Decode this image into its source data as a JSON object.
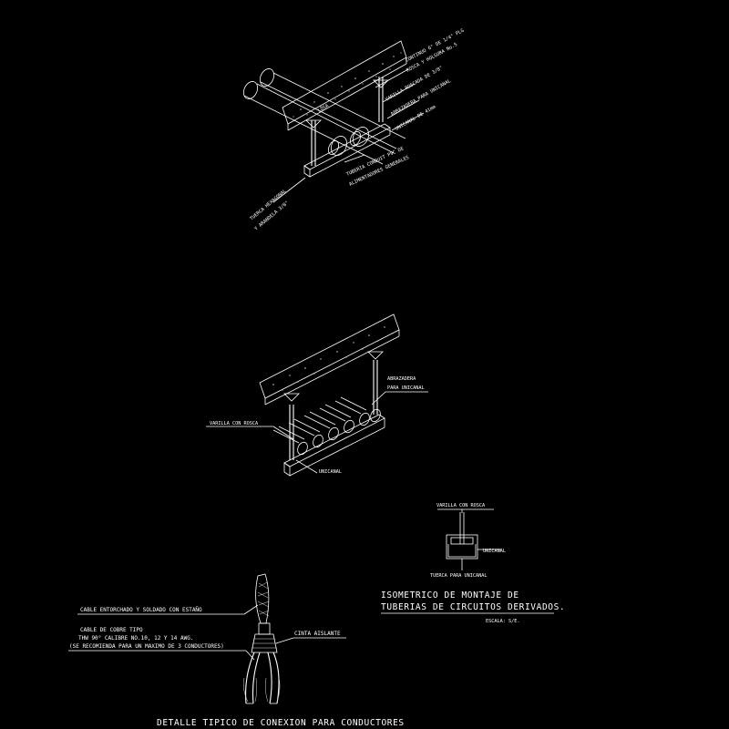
{
  "colors": {
    "background": "#000000",
    "lines": "#ffffff",
    "lines_dim": "#cfcfcf"
  },
  "detail1": {
    "losa": "LOSA",
    "top_note_1": "CONTINUO 6\" DE 1/4\" PLG",
    "top_note_2": "ROSCA Y HOLGURA No.5",
    "varilla": "VARILLA ROSCADA DE 3/8\"",
    "abrazadera": "ABRAZADERA PARA UNICANAL",
    "unicanal": "UNICANAL DE 41mm",
    "tuberia_1": "TUBERIA CONDUIT PVC DE",
    "tuberia_2": "ALIMENTADORES GENERALES",
    "left_note_1": "TUERCA HEXAGONAL",
    "left_note_2": "Y ARANDELA 3/8\""
  },
  "detail2": {
    "abrazadera_1": "ABRAZADERA",
    "abrazadera_2": "PARA UNICANAL",
    "varilla": "VARILLA CON ROSCA",
    "unicanal": "UNICANAL"
  },
  "detail3": {
    "varilla": "VARILLA CON ROSCA",
    "unicanal": "UNICANAL",
    "tuerca": "TUERCA PARA UNICANAL"
  },
  "isometric_title": {
    "line1": "ISOMETRICO DE MONTAJE DE",
    "line2": "TUBERIAS DE CIRCUITOS DERIVADOS.",
    "scale": "ESCALA: S/E."
  },
  "connection": {
    "cable_estano": "CABLE ENTORCHADO Y SOLDADO CON ESTAÑO",
    "cable_cobre_1": "CABLE DE COBRE TIPO",
    "cable_cobre_2": "THW 90° CALIBRE NO.10, 12 Y 14 AWG.",
    "cable_cobre_3": "(SE RECOMIENDA PARA UN MAXIMO DE 3 CONDUCTORES)",
    "cinta": "CINTA AISLANTE",
    "title": "DETALLE TIPICO DE CONEXION PARA CONDUCTORES"
  }
}
